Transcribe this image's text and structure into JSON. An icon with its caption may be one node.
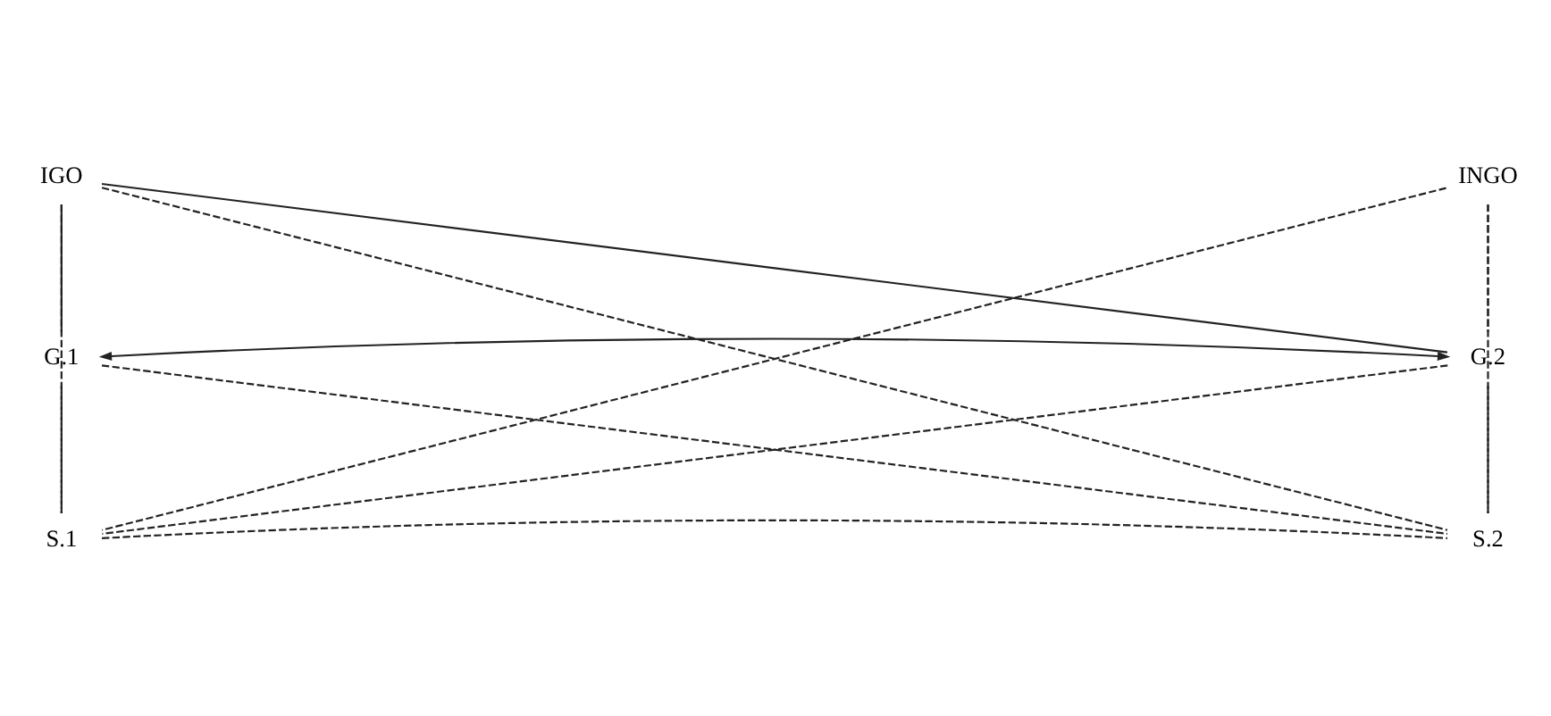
{
  "diagram": {
    "nodes": [
      {
        "text": [
          "IGO"
        ]
      },
      {
        "text": [
          "INGO"
        ]
      },
      {
        "text": [
          "G.1"
        ]
      },
      {
        "text": [
          "G.2"
        ]
      },
      {
        "text": [
          "S.1"
        ]
      },
      {
        "text": [
          "S.2"
        ]
      }
    ],
    "edges": [
      {
        "from": 0,
        "to": 2,
        "arrow": "none"
      },
      {
        "from": 0,
        "to": 3,
        "arrow": "none"
      },
      {
        "from": 0,
        "to": 4,
        "arrow": "none",
        "style": "dashed"
      },
      {
        "from": 0,
        "to": 5,
        "arrow": "none",
        "style": "dashed"
      },
      {
        "from": 1,
        "to": 4,
        "arrow": "none",
        "style": "dashed"
      },
      {
        "from": 1,
        "to": 3,
        "arrow": "none",
        "style": "dashed"
      },
      {
        "from": 1,
        "to": 5,
        "arrow": "none",
        "style": "dashed"
      },
      {
        "from": 2,
        "to": 3,
        "arrow": "both"
      },
      {
        "from": 2,
        "to": 4,
        "arrow": "none",
        "style": "dashed"
      },
      {
        "from": 3,
        "to": 5,
        "arrow": "none",
        "style": "dashed"
      },
      {
        "from": 2,
        "to": 5,
        "arrow": "none",
        "style": "dashed"
      },
      {
        "from": 3,
        "to": 4,
        "arrow": "none",
        "style": "dashed"
      },
      {
        "from": 4,
        "to": 5,
        "arrow": "none",
        "style": "dashed"
      }
    ]
  }
}
